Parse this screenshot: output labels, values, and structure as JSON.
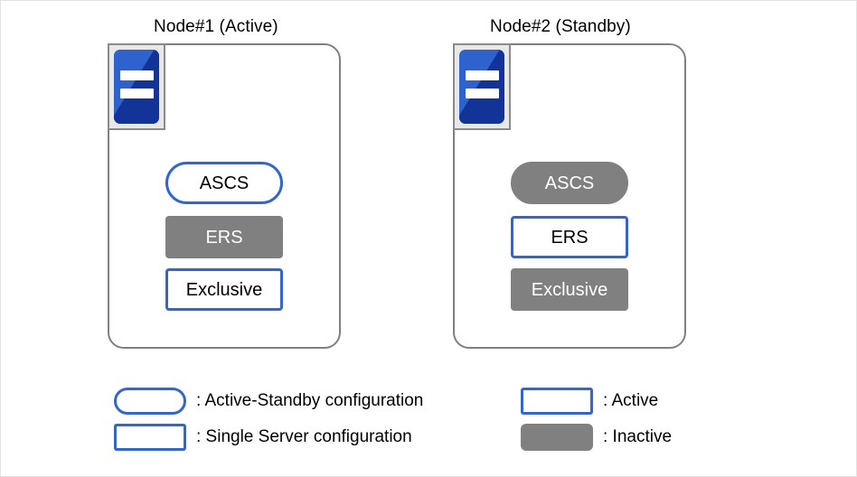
{
  "diagram": {
    "title_hidden": "",
    "nodes": [
      {
        "id": "node1",
        "title": "Node#1 (Active)",
        "icon": "server-icon",
        "services": [
          {
            "label": "ASCS",
            "shape": "pill",
            "state": "active"
          },
          {
            "label": "ERS",
            "shape": "rect",
            "state": "inactive"
          },
          {
            "label": "Exclusive",
            "shape": "rect",
            "state": "active"
          }
        ]
      },
      {
        "id": "node2",
        "title": "Node#2 (Standby)",
        "icon": "server-icon",
        "services": [
          {
            "label": "ASCS",
            "shape": "pill",
            "state": "inactive"
          },
          {
            "label": "ERS",
            "shape": "rect",
            "state": "active"
          },
          {
            "label": "Exclusive",
            "shape": "rect",
            "state": "inactive"
          }
        ]
      }
    ],
    "legend": {
      "shape_column": [
        {
          "swatch": "pill",
          "state": "active",
          "label": ": Active-Standby configuration"
        },
        {
          "swatch": "rect",
          "state": "active",
          "label": ": Single Server configuration"
        }
      ],
      "state_column": [
        {
          "swatch": "rect",
          "state": "active",
          "label": ": Active"
        },
        {
          "swatch": "rect",
          "state": "inactive",
          "label": ": Inactive"
        }
      ]
    },
    "colors": {
      "accent_blue": "#3366cc",
      "inactive_gray": "#808080",
      "panel_border": "#808080",
      "icon_blue_light": "#2f62cf",
      "icon_blue_dark": "#123398",
      "icon_tray": "#e8e8e8",
      "frame": "#e3e3e3"
    }
  }
}
